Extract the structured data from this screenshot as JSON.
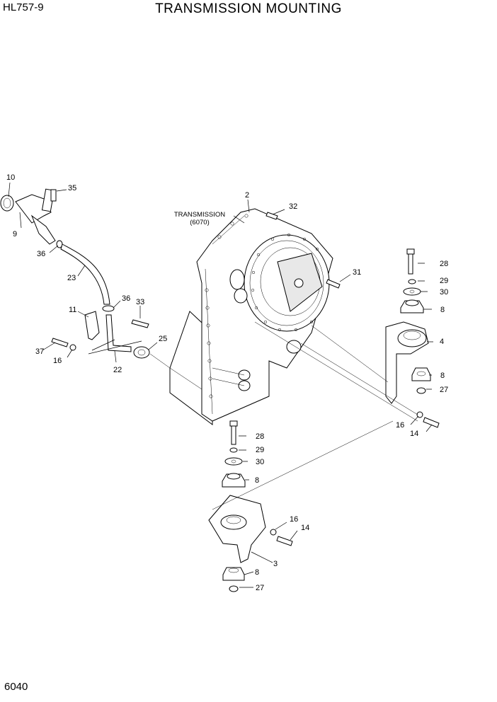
{
  "header": {
    "model": "HL757-9",
    "title": "TRANSMISSION MOUNTING"
  },
  "footer": {
    "page_number": "6040"
  },
  "diagram": {
    "note_line1": "TRANSMISSION",
    "note_line2": "(6070)",
    "callouts": {
      "c10": "10",
      "c35": "35",
      "c9": "9",
      "c36a": "36",
      "c23": "23",
      "c36b": "36",
      "c33": "33",
      "c11": "11",
      "c37": "37",
      "c16a": "16",
      "c22": "22",
      "c25": "25",
      "c2": "2",
      "c32": "32",
      "c31": "31",
      "c28a": "28",
      "c29a": "29",
      "c30a": "30",
      "c8a": "8",
      "c4": "4",
      "c8b": "8",
      "c27a": "27",
      "c16b": "16",
      "c14a": "14",
      "c28b": "28",
      "c29b": "29",
      "c30b": "30",
      "c8c": "8",
      "c16c": "16",
      "c14b": "14",
      "c3": "3",
      "c8d": "8",
      "c27b": "27"
    }
  }
}
